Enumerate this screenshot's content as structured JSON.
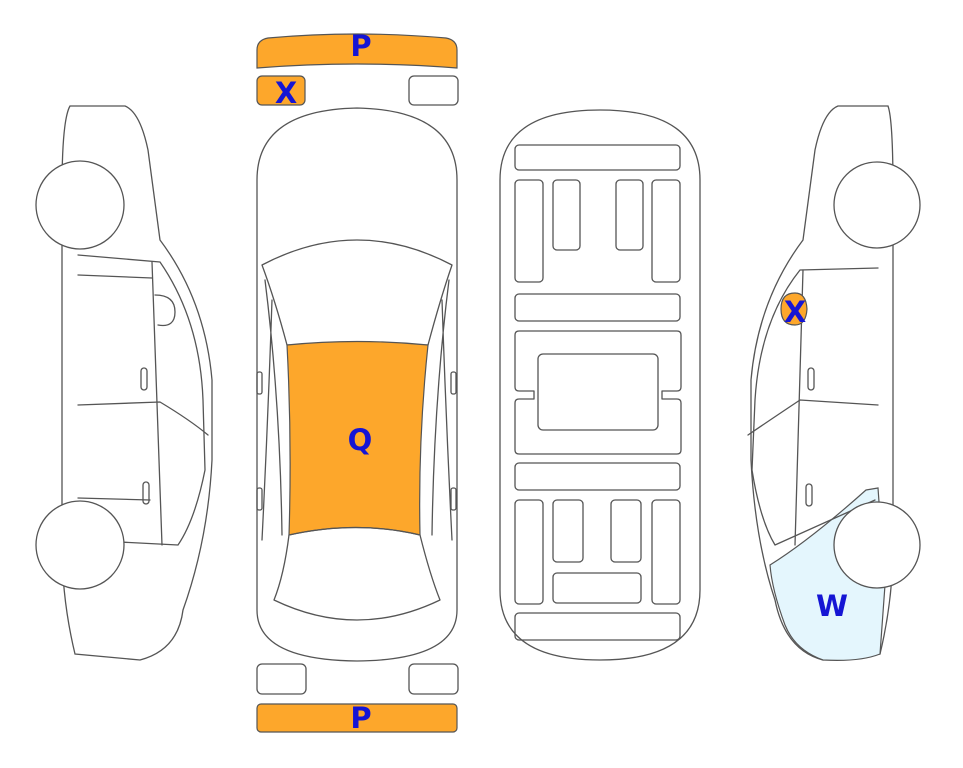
{
  "colors": {
    "damage_orange": "#FDA72B",
    "damage_light_blue": "#E4F6FD",
    "label_blue": "#1515D4",
    "outline": "#555555"
  },
  "labels": {
    "front_bumper": "P",
    "front_left_lamp": "X",
    "roof": "Q",
    "rear_bumper": "P",
    "right_side_mirror": "X",
    "right_rear_quarter": "W"
  }
}
